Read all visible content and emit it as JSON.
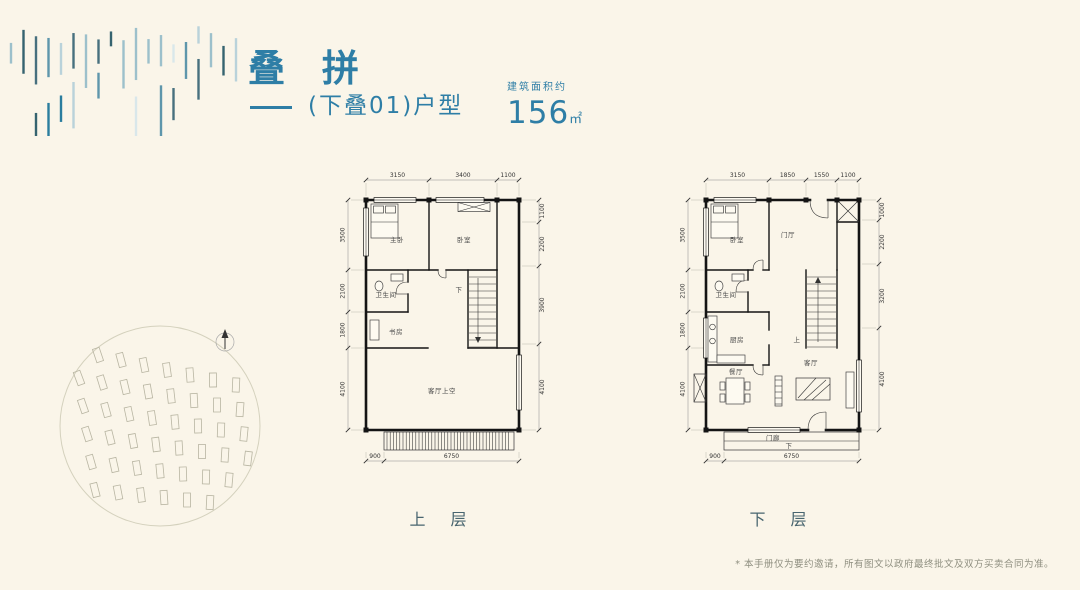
{
  "header": {
    "title": "叠 拼",
    "subtitle": "(下叠01)户型",
    "area_label": "建筑面积约",
    "area_value": "156",
    "area_unit": "㎡"
  },
  "plans": {
    "upper": {
      "label": "上 层",
      "dims_top": [
        "3150",
        "3400",
        "1100"
      ],
      "dims_left": [
        "3500",
        "2100",
        "1800",
        "4100"
      ],
      "dims_right": [
        "1100",
        "2200",
        "3900",
        "4100"
      ],
      "dims_bottom": [
        "900",
        "6750"
      ],
      "rooms": {
        "master_bedroom": "主卧",
        "bedroom": "卧室",
        "bathroom": "卫生间",
        "study": "书房",
        "living_void": "客厅上空",
        "stair_down": "下"
      }
    },
    "lower": {
      "label": "下 层",
      "dims_top": [
        "3150",
        "1850",
        "1550",
        "1100"
      ],
      "dims_left": [
        "3500",
        "2100",
        "1800",
        "4100"
      ],
      "dims_right": [
        "1000",
        "2200",
        "3200",
        "4100"
      ],
      "dims_bottom": [
        "900",
        "6750"
      ],
      "rooms": {
        "bedroom": "卧室",
        "foyer": "门厅",
        "bathroom": "卫生间",
        "kitchen": "厨房",
        "dining": "餐厅",
        "living": "客厅",
        "porch": "门廊",
        "stair_up": "上",
        "stair_down": "下"
      }
    }
  },
  "footer": {
    "disclaimer": "* 本手册仅为要约邀请，所有图文以政府最终批文及双方买卖合同为准。"
  },
  "colors": {
    "accent": "#2e7ea6",
    "background": "#faf5e9"
  }
}
